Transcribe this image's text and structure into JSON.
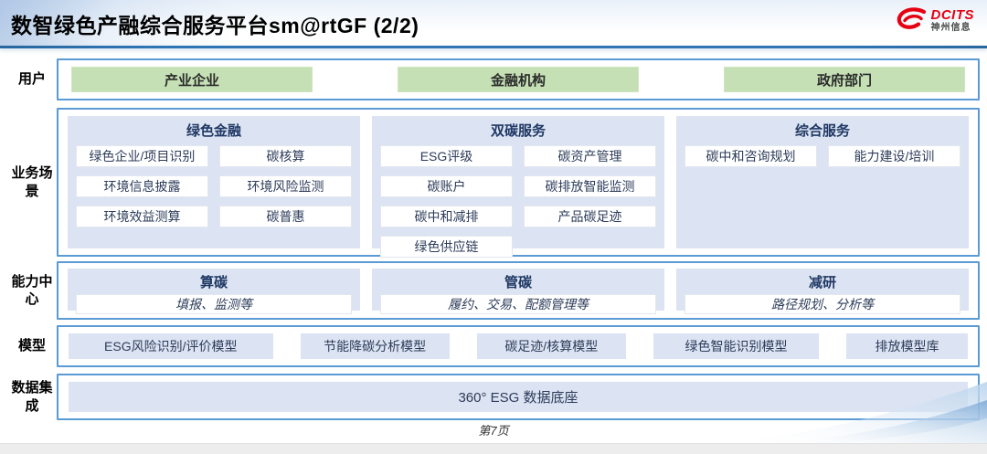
{
  "header": {
    "title": "数智绿色产融综合服务平台sm@rtGF (2/2)",
    "logo": {
      "name": "DCITS",
      "subtitle": "神州信息"
    }
  },
  "diagram": {
    "users": {
      "label": "用户",
      "items": [
        "产业企业",
        "金融机构",
        "政府部门"
      ]
    },
    "scenarios": {
      "label": "业务场景",
      "columns": [
        {
          "title": "绿色金融",
          "items": [
            "绿色企业/项目识别",
            "碳核算",
            "环境信息披露",
            "环境风险监测",
            "环境效益测算",
            "碳普惠"
          ]
        },
        {
          "title": "双碳服务",
          "items": [
            "ESG评级",
            "碳资产管理",
            "碳账户",
            "碳排放智能监测",
            "碳中和减排",
            "产品碳足迹",
            "绿色供应链"
          ]
        },
        {
          "title": "综合服务",
          "items": [
            "碳中和咨询规划",
            "能力建设/培训"
          ]
        }
      ]
    },
    "capabilities": {
      "label": "能力中心",
      "columns": [
        {
          "title": "算碳",
          "subtitle": "填报、监测等"
        },
        {
          "title": "管碳",
          "subtitle": "履约、交易、配额管理等"
        },
        {
          "title": "减研",
          "subtitle": "路径规划、分析等"
        }
      ]
    },
    "models": {
      "label": "模型",
      "items": [
        "ESG风险识别/评价模型",
        "节能降碳分析模型",
        "碳足迹/核算模型",
        "绿色智能识别模型",
        "排放模型库"
      ]
    },
    "data_integration": {
      "label": "数据集成",
      "items": [
        "360° ESG 数据底座"
      ]
    }
  },
  "footer": {
    "page": "第7页"
  },
  "colors": {
    "accent_blue": "#2e75b6",
    "border_blue": "#5b9bd5",
    "green_fill": "#c5e0b4",
    "panel_fill": "#dce3f2",
    "header_text": "#1f3864",
    "logo_red": "#e60012"
  }
}
